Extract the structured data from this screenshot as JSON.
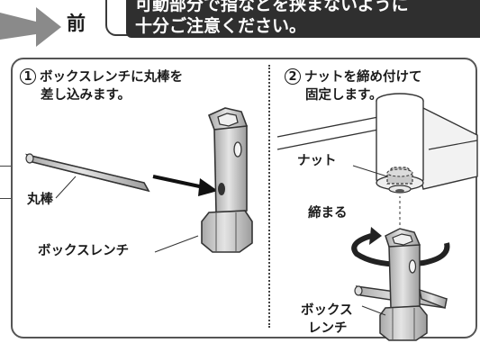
{
  "header": {
    "direction_label": "前",
    "caution_line1": "可動部分で指などを挟まないように",
    "caution_line2": "十分ご注意ください。"
  },
  "step1": {
    "number": "1",
    "line1": "ボックスレンチに丸棒を",
    "line2": "差し込みます。",
    "label_rod": "丸棒",
    "label_wrench": "ボックスレンチ"
  },
  "step2": {
    "number": "2",
    "line1": "ナットを締め付けて",
    "line2": "固定します。",
    "label_nut": "ナット",
    "label_tighten": "締まる",
    "label_wrench_1": "ボックス",
    "label_wrench_2": "レンチ"
  },
  "colors": {
    "banner_bg": "#2f2f2f",
    "arrow": "#8a8a8a",
    "metal": "#c8c8c8"
  }
}
